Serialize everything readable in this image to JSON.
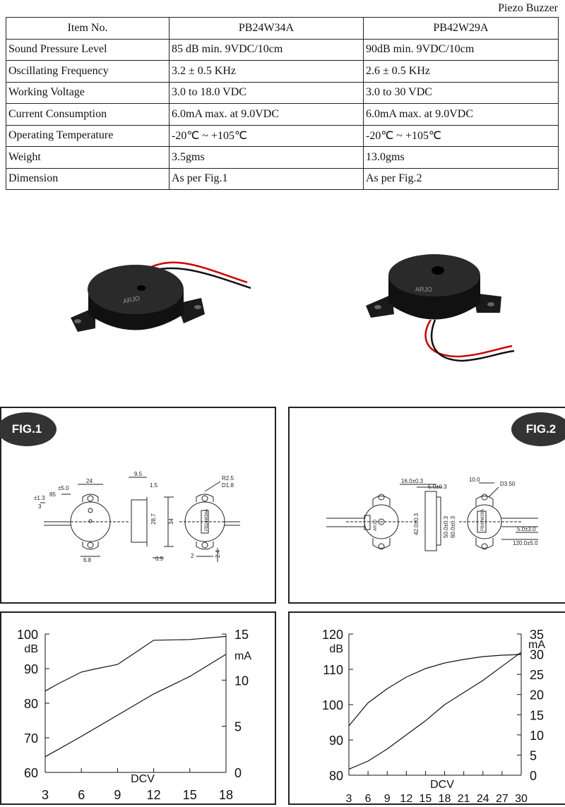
{
  "header": {
    "label": "Piezo Buzzer"
  },
  "spec_table": {
    "headers": [
      "Item No.",
      "PB24W34A",
      "PB42W29A"
    ],
    "rows": [
      [
        "Sound Pressure Level",
        "85 dB min. 9VDC/10cm",
        "90dB min. 9VDC/10cm"
      ],
      [
        "Oscillating Frequency",
        "3.2 ± 0.5 KHz",
        "2.6 ± 0.5 KHz"
      ],
      [
        "Working Voltage",
        "3.0 to 18.0 VDC",
        "3.0 to 30 VDC"
      ],
      [
        "Current Consumption",
        "6.0mA max. at 9.0VDC",
        "6.0mA max. at 9.0VDC"
      ],
      [
        "Operating Temperature",
        "-20℃ ~ +105℃",
        "-20℃ ~ +105℃"
      ],
      [
        "Weight",
        "3.5gms",
        "13.0gms"
      ],
      [
        "Dimension",
        "As per Fig.1",
        "As per Fig.2"
      ]
    ]
  },
  "photos": {
    "buzzer1_marking": "ARJO",
    "buzzer2_marking": "ARJO"
  },
  "figures": {
    "fig1": {
      "badge": "FIG.1",
      "dims": [
        "24",
        "85",
        "±5.0",
        "±1.3",
        "3",
        "6.8",
        "9.5",
        "1.5",
        "28.7",
        "34",
        "0.5",
        "R2.5",
        "D1.8",
        "2",
        "2.4"
      ],
      "marking": "PB24W34A"
    },
    "fig2": {
      "badge": "FIG.2",
      "dims": [
        "16.0±0.3",
        "5.0±0.3",
        "10.0",
        "D3.50",
        "42.0±0.3",
        "50.0±0.3",
        "60.0±0.3",
        "5.0±3.0",
        "120.0±5.0"
      ],
      "marking": "PB42W29A"
    }
  },
  "chart_data": [
    {
      "type": "line",
      "xlabel": "DCV",
      "x_ticks": [
        3,
        6,
        9,
        12,
        15,
        18
      ],
      "xlim": [
        3,
        18
      ],
      "ylabel_left": "dB",
      "ylim_left": [
        60,
        100
      ],
      "y_ticks_left": [
        60,
        70,
        80,
        90,
        100
      ],
      "ylabel_right": "mA",
      "ylim_right": [
        0,
        15
      ],
      "y_ticks_right": [
        0,
        5,
        10,
        15
      ],
      "series": [
        {
          "axis": "left",
          "x": [
            3,
            4,
            6,
            7,
            9,
            10,
            12,
            15,
            18
          ],
          "y": [
            83.5,
            85.5,
            89,
            89.8,
            91.2,
            93.5,
            98.2,
            98.4,
            99.3
          ]
        },
        {
          "axis": "right",
          "x": [
            3,
            6,
            9,
            12,
            15,
            18
          ],
          "y": [
            1.7,
            3.9,
            6.2,
            8.5,
            10.4,
            12.8
          ]
        }
      ],
      "grid": false
    },
    {
      "type": "line",
      "xlabel": "DCV",
      "x_ticks": [
        3,
        6,
        9,
        12,
        15,
        18,
        21,
        24,
        27,
        30
      ],
      "xlim": [
        3,
        30
      ],
      "ylabel_left": "dB",
      "ylim_left": [
        80,
        120
      ],
      "y_ticks_left": [
        80,
        90,
        100,
        110,
        120
      ],
      "ylabel_right": "mA",
      "ylim_right": [
        0,
        35
      ],
      "y_ticks_right": [
        0,
        5,
        10,
        15,
        20,
        25,
        30,
        35
      ],
      "series": [
        {
          "axis": "left",
          "x": [
            3,
            6,
            9,
            12,
            15,
            18,
            21,
            24,
            27,
            30
          ],
          "y": [
            94,
            100.5,
            104.5,
            107.8,
            110.2,
            111.8,
            112.8,
            113.6,
            114,
            114.2
          ]
        },
        {
          "axis": "right",
          "x": [
            3,
            6,
            9,
            12,
            15,
            18,
            21,
            24,
            27,
            30
          ],
          "y": [
            1.5,
            3.5,
            6.5,
            10,
            13.5,
            17.5,
            20.5,
            23.5,
            27,
            30.5
          ]
        }
      ],
      "grid": false
    }
  ]
}
